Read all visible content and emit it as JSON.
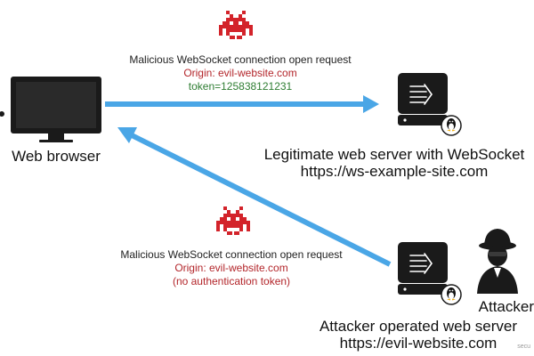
{
  "colors": {
    "arrow": "#4aa6e6",
    "invader": "#d3232a",
    "device": "#1a1a1a",
    "origin_text": "#b3262b",
    "token_text": "#2e7d32"
  },
  "icons": {
    "invader_top": "space-invader-icon",
    "invader_bottom": "space-invader-icon",
    "browser": "monitor-icon",
    "legit_server": "server-icon",
    "attacker_server": "server-icon",
    "attacker": "hacker-icon"
  },
  "top_request": {
    "title": "Malicious WebSocket connection open request",
    "origin": "Origin: evil-website.com",
    "token": "token=125838121231"
  },
  "bottom_request": {
    "title": "Malicious WebSocket connection open request",
    "origin": "Origin: evil-website.com",
    "note": "(no authentication token)"
  },
  "browser": {
    "label": "Web browser"
  },
  "legit_server": {
    "line1": "Legitimate web server with WebSocket",
    "line2": "https://ws-example-site.com"
  },
  "attacker_server": {
    "line1": "Attacker operated web server",
    "line2": "https://evil-website.com"
  },
  "attacker": {
    "label": "Attacker"
  },
  "watermark": "secu"
}
